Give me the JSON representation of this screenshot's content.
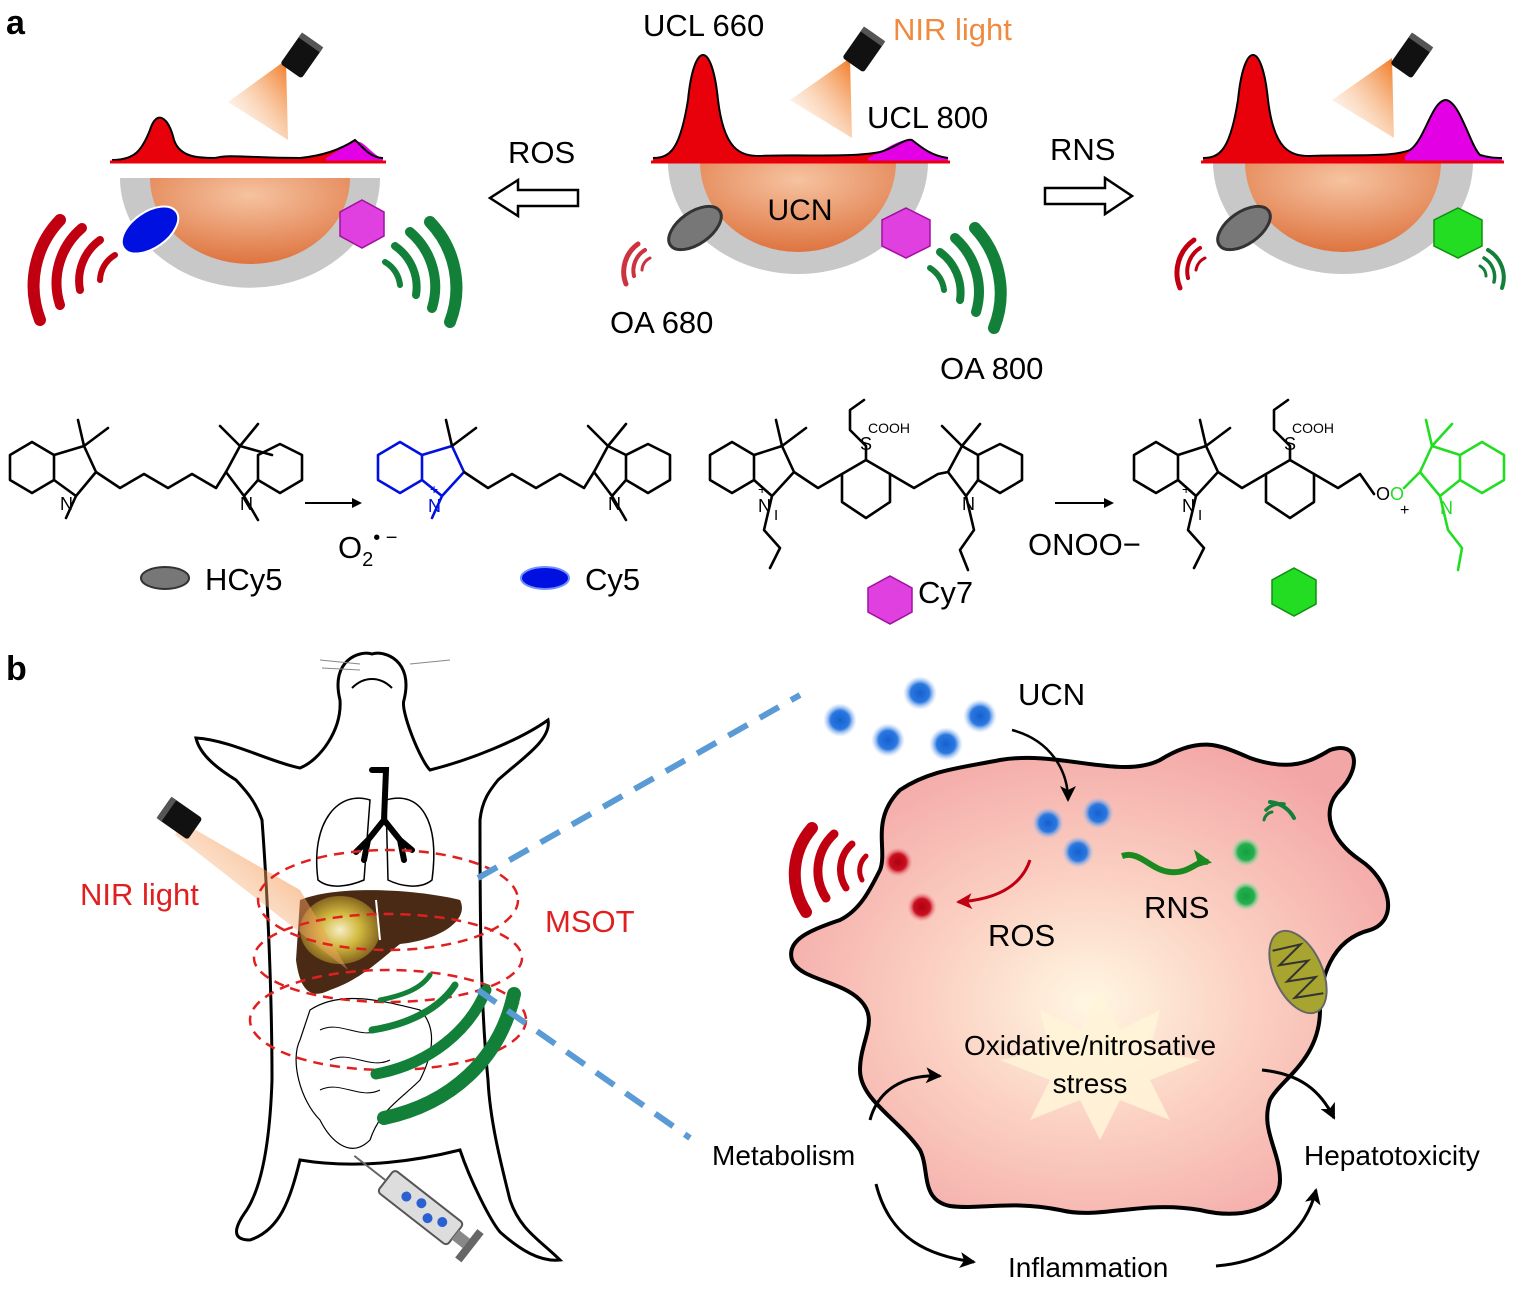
{
  "panel_a": {
    "letter": "a",
    "left": {
      "spectrum_label": "",
      "arrow_label": "ROS"
    },
    "center": {
      "ucl_660": "UCL 660",
      "ucl_800": "UCL 800",
      "nir_light": "NIR light",
      "core_label": "UCN",
      "oa_680": "OA 680",
      "oa_800": "OA 800"
    },
    "right": {
      "arrow_label": "RNS"
    },
    "chemistry": {
      "hcy5_label": "HCy5",
      "cy5_label": "Cy5",
      "cy7_label": "Cy7",
      "superoxide": "O",
      "superoxide_sub": "2",
      "superoxide_sup": "• −",
      "peroxynitrite": "ONOO−",
      "cooh": "COOH",
      "atom_n": "N",
      "atom_s": "S",
      "atom_i": "I",
      "atom_o": "O",
      "plus": "+",
      "minus": "−"
    }
  },
  "panel_b": {
    "letter": "b",
    "nir_light": "NIR light",
    "msot": "MSOT",
    "ucn": "UCN",
    "ros": "ROS",
    "rns": "RNS",
    "stress_line1": "Oxidative/nitrosative",
    "stress_line2": "stress",
    "metabolism": "Metabolism",
    "inflammation": "Inflammation",
    "hepatotoxicity": "Hepatotoxicity"
  },
  "colors": {
    "red_peak": "#e8000b",
    "magenta_peak": "#e400e4",
    "orange_core": "#e07a45",
    "shell_gray": "#c7c7c7",
    "ros_blue": "#0010e0",
    "cy7_magenta": "#e040e0",
    "green_signal": "#1a9a45",
    "bright_green": "#22dd22",
    "nir_orange": "#f08a40",
    "label_red": "#e02020",
    "dash_blue": "#5b9bd5",
    "cell_pink": "#f7b7b5"
  }
}
